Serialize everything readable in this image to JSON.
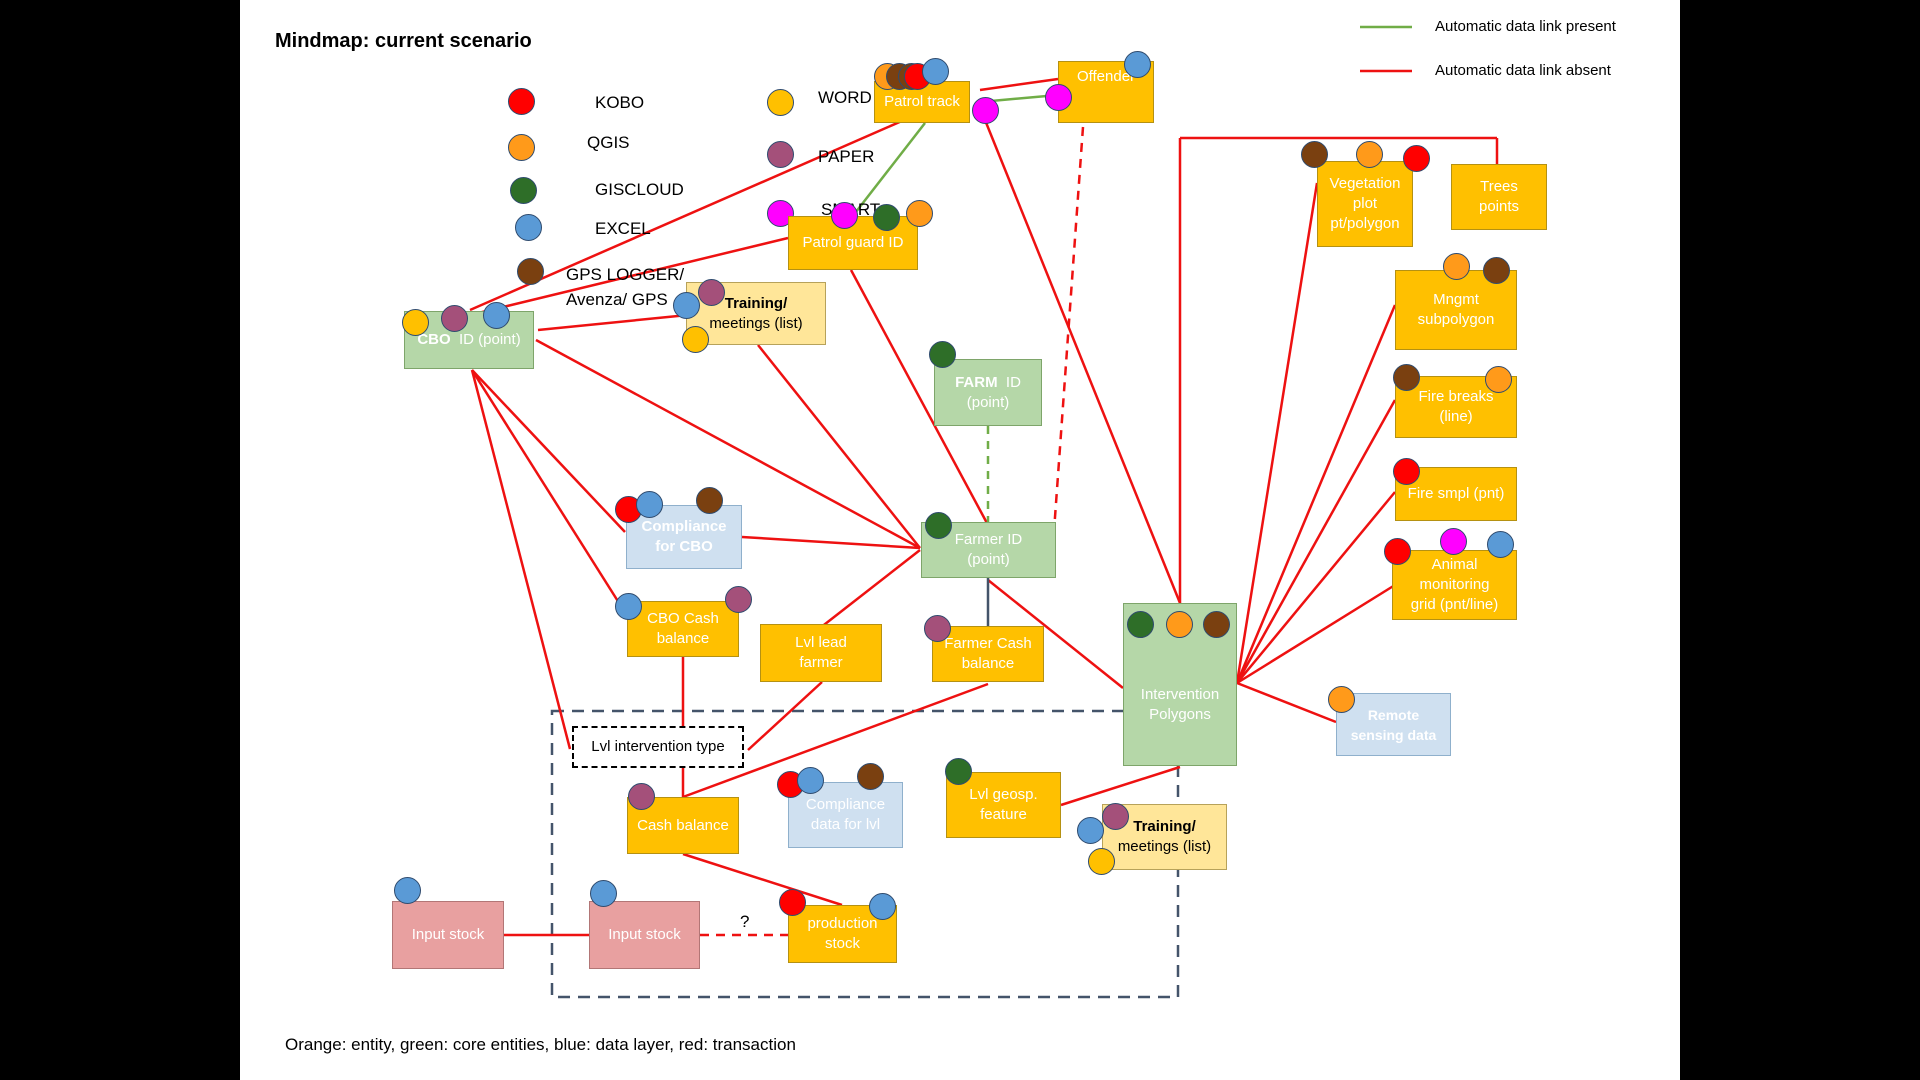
{
  "title": "Mindmap: current scenario",
  "footer": "Orange: entity, green: core entities, blue: data layer, red: transaction",
  "legend": {
    "green_link": "Automatic data link present",
    "red_link": "Automatic data link absent",
    "tools": [
      {
        "label": "KOBO",
        "color": "#ff0000"
      },
      {
        "label": "QGIS",
        "color": "#ff9a1a"
      },
      {
        "label": "GISCLOUD",
        "color": "#2e6e28"
      },
      {
        "label": "EXCEL",
        "color": "#5a9ad6"
      },
      {
        "label": "GPS LOGGER/",
        "label2": "Avenza/ GPS",
        "color": "#7a4010"
      },
      {
        "label": "WORD",
        "color": "#ffc000"
      },
      {
        "label": "PAPER",
        "color": "#a4507a"
      },
      {
        "label": "SMART",
        "color": "#ff00ff"
      }
    ]
  },
  "colors": {
    "red_link": "#ee1111",
    "green_link": "#70ad47",
    "green_dashed": "#70ad47",
    "dark_link": "#44546a",
    "group_box": "#44546a"
  },
  "nodes": {
    "patrol_track": "Patrol track",
    "offender": "Offender",
    "patrol_guard": "Patrol guard ID",
    "training1_bold": "Training/",
    "training1_rest": "meetings (list)",
    "cbo_bold": "CBO",
    "cbo_rest": "ID (point)",
    "farm_bold": "FARM",
    "farm_rest1": "ID",
    "farm_rest2": "(point)",
    "compliance_cbo1": "Compliance",
    "compliance_cbo2": "for CBO",
    "farmer1": "Farmer ID",
    "farmer2": "(point)",
    "cbo_cash1": "CBO Cash",
    "cbo_cash2": "balance",
    "lvl_lead1": "Lvl lead",
    "lvl_lead2": "farmer",
    "farmer_cash1": "Farmer Cash",
    "farmer_cash2": "balance",
    "intervention1": "Intervention",
    "intervention2": "Polygons",
    "lvl_type": "Lvl intervention type",
    "cash_balance": "Cash balance",
    "compliance_lvl1": "Compliance",
    "compliance_lvl2": "data for lvl",
    "lvl_geosp1": "Lvl geosp.",
    "lvl_geosp2": "feature",
    "training2_bold": "Training/",
    "training2_rest": "meetings (list)",
    "input_stock_a": "Input stock",
    "input_stock_b": "Input stock",
    "production1": "production",
    "production2": "stock",
    "vegetation1": "Vegetation",
    "vegetation2": "plot",
    "vegetation3": "pt/polygon",
    "trees1": "Trees",
    "trees2": "points",
    "mngmt1": "Mngmt",
    "mngmt2": "subpolygon",
    "fire_breaks1": "Fire breaks",
    "fire_breaks2": "(line)",
    "fire_smpl": "Fire smpl (pnt)",
    "animal1": "Animal",
    "animal2": "monitoring",
    "animal3": "grid (pnt/line)",
    "remote1": "Remote",
    "remote2": "sensing data"
  },
  "question_mark": "?"
}
